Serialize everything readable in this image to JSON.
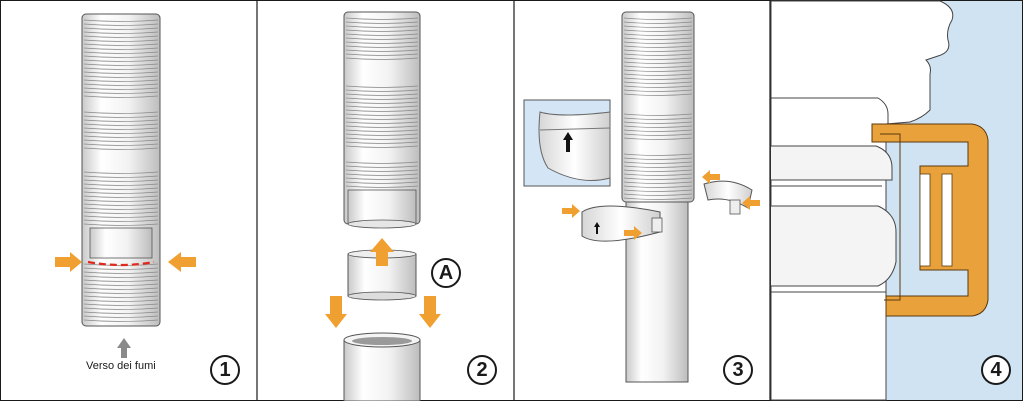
{
  "steps": [
    {
      "number": "1",
      "caption": "Verso dei fumi"
    },
    {
      "number": "2",
      "marker": "A"
    },
    {
      "number": "3"
    },
    {
      "number": "4"
    }
  ],
  "colors": {
    "arrow": "#f0a030",
    "cut_line": "#e0281e",
    "clamp_fill": "#e9a23b",
    "wall": "#cfe3f3",
    "pipe_stroke": "#4a4a4a",
    "inset_bg": "#d4e6f5"
  },
  "icons": [
    "push-arrow-icon",
    "direction-arrow-icon",
    "up-arrow-icon"
  ]
}
